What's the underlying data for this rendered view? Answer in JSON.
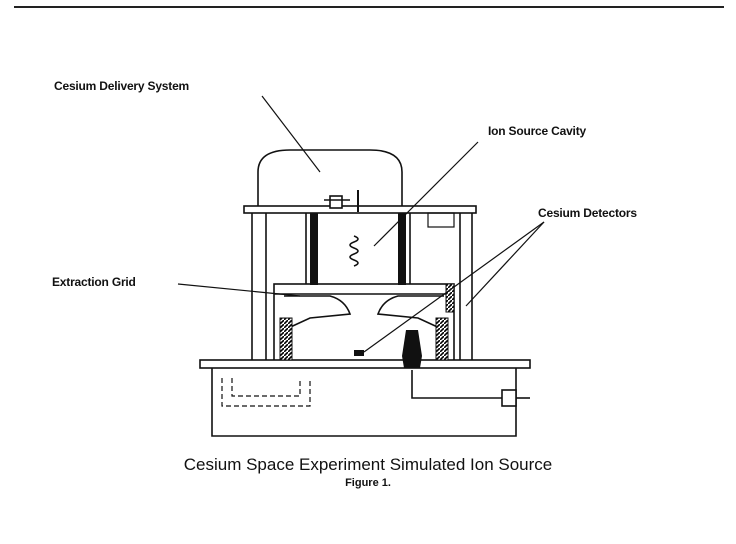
{
  "labels": {
    "cesium_delivery_system": "Cesium Delivery System",
    "ion_source_cavity": "Ion Source Cavity",
    "cesium_detectors": "Cesium Detectors",
    "extraction_grid": "Extraction Grid"
  },
  "caption": {
    "title": "Cesium Space Experiment Simulated Ion Source",
    "figure": "Figure 1."
  }
}
